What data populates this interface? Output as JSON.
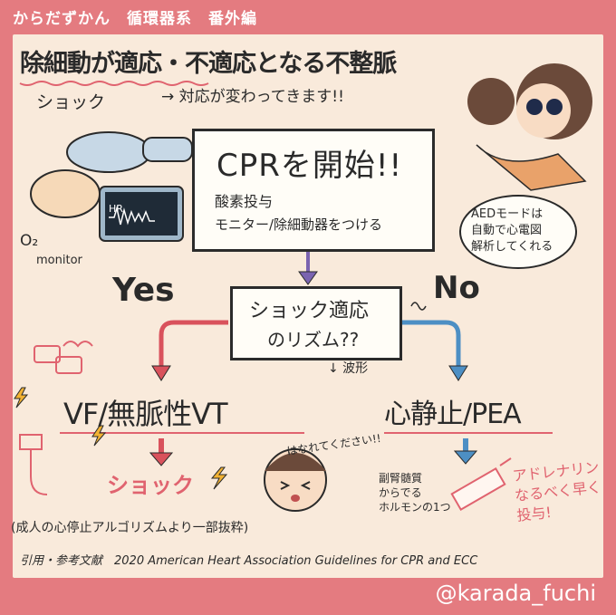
{
  "header": {
    "series": "からだずかん　循環器系　番外編"
  },
  "title": {
    "main": "除細動が適応・不適応となる不整脈",
    "sub_shock": "ショック",
    "sub_arrow": "→ 対応が変わってきます!!"
  },
  "cpr_box": {
    "heading": "CPRを開始!!",
    "line1": "酸素投与",
    "line2": "モニター/除細動器をつける"
  },
  "left_labels": {
    "o2": "O₂",
    "monitor": "monitor",
    "hr": "HR"
  },
  "aed_note": [
    "AEDモードは",
    "自動で心電図",
    "解析してくれる"
  ],
  "decision": {
    "line1": "ショック適応",
    "line2": "のリズム??",
    "wave": "↓ 波形",
    "yes": "Yes",
    "no": "No"
  },
  "vf_branch": {
    "label": "VF/無脈性VT",
    "action": "ショック",
    "bubble": "はなれてください!!"
  },
  "asys_branch": {
    "label": "心静止/PEA",
    "adrenal": [
      "副腎髄質",
      "からでる",
      "ホルモンの1つ"
    ],
    "drug": [
      "アドレナリン",
      "なるべく早く",
      "投与!"
    ]
  },
  "footer": {
    "note": "(成人の心停止アルゴリズムより一部抜粋)",
    "reference": "引用・参考文献　2020 American Heart Association Guidelines for CPR and ECC",
    "handle": "@karada_fuchi"
  },
  "colors": {
    "frame": "#e47b80",
    "paper": "#f9eadb",
    "arrow_red": "#d9525c",
    "arrow_blue": "#4d8fc4",
    "arrow_purple": "#7a63b0",
    "accent_pink": "#e0636f"
  }
}
